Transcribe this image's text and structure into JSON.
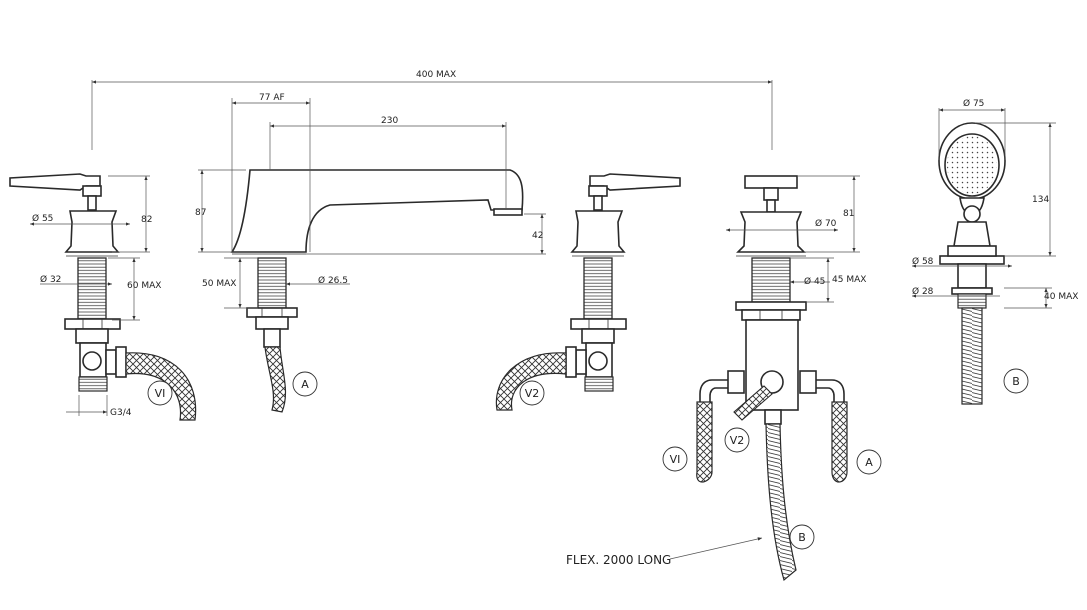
{
  "dimensions": {
    "overall_width": "400 MAX",
    "spout_across_flats": "77 AF",
    "spout_reach": "230",
    "spout_height": "87",
    "spout_outlet_height": "42",
    "spout_shank_length": "50 MAX",
    "spout_shank_dia": "Ø 26.5",
    "valve_left_height": "82",
    "valve_left_base_dia": "Ø 55",
    "valve_left_shank_dia": "Ø 32",
    "valve_left_shank_length": "60 MAX",
    "valve_left_connection": "G3/4",
    "diverter_height": "81",
    "diverter_base_dia": "Ø 70",
    "diverter_shank_dia": "Ø 45",
    "diverter_shank_length": "45 MAX",
    "handset_dia": "Ø 75",
    "handset_height": "134",
    "holder_flange_dia": "Ø 58",
    "holder_shank_dia": "Ø 28",
    "holder_shank_length": "40 MAX"
  },
  "labels": {
    "v1": "VI",
    "v2": "V2",
    "a": "A",
    "b": "B",
    "flex_hose": "FLEX. 2000 LONG"
  }
}
